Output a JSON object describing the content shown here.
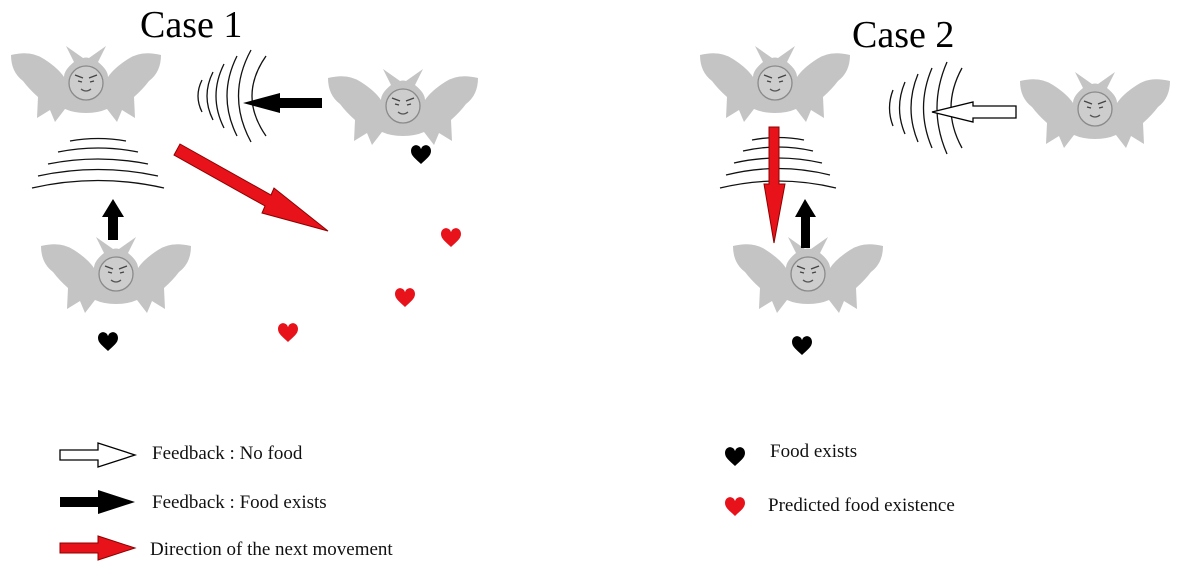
{
  "case1": {
    "title": "Case 1"
  },
  "case2": {
    "title": "Case 2"
  },
  "legend": {
    "no_food": "Feedback : No food",
    "food_exists_feedback": "Feedback : Food exists",
    "next_movement": "Direction of the next movement",
    "food_exists": "Food exists",
    "predicted_food": "Predicted food existence"
  },
  "icons": {
    "bat": "bat-icon",
    "food": "heart-icon",
    "echo": "sound-wave-icon",
    "arrow": "arrow-icon"
  },
  "colors": {
    "bat_fill": "#c4c4c4",
    "bat_face": "#8a8a8a",
    "food_exists": "#000000",
    "predicted_food": "#e8121a",
    "arrow_next": "#e8121a",
    "arrow_food": "#000000",
    "arrow_nofood": "#ffffff"
  }
}
